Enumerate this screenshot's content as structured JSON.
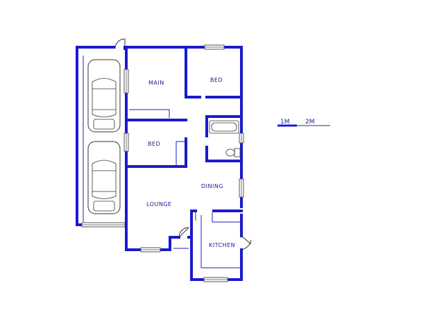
{
  "rooms": {
    "main": "MAIN",
    "bed_top": "BED",
    "bed_left": "BED",
    "dining": "DINING",
    "lounge": "LOUNGE",
    "kitchen": "KITCHEN"
  },
  "scale": {
    "mark_1": "1M",
    "mark_2": "2M"
  },
  "colors": {
    "wall": "#1a1acc",
    "label": "#1a1a99"
  }
}
